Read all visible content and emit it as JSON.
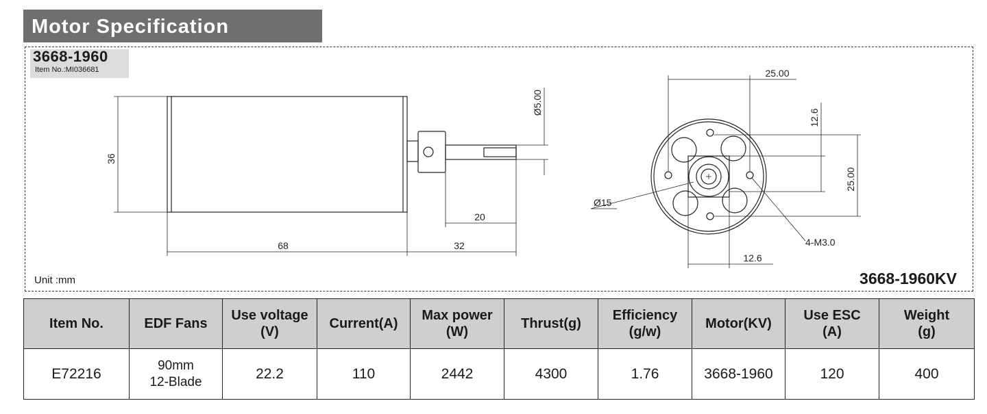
{
  "header": {
    "title": "Motor Specification"
  },
  "model": {
    "name": "3668-1960",
    "item_no": "Item No.:MI036681",
    "kv_label": "3668-1960KV"
  },
  "unit": "Unit :mm",
  "side_view": {
    "length": "68",
    "diameter": "36",
    "shaft_length": "32",
    "shaft_ext": "20",
    "shaft_dia": "Ø5.00"
  },
  "front_view": {
    "top_width": "25.00",
    "upper_offset": "12.6",
    "vertical": "25.00",
    "bottom_offset": "12.6",
    "bore": "Ø15",
    "screws": "4-M3.0"
  },
  "table": {
    "headers": [
      [
        "Item No.",
        ""
      ],
      [
        "EDF Fans",
        ""
      ],
      [
        "Use voltage",
        "(V)"
      ],
      [
        "Current(A)",
        ""
      ],
      [
        "Max power",
        "(W)"
      ],
      [
        "Thrust(g)",
        ""
      ],
      [
        "Efficiency",
        "(g/w)"
      ],
      [
        "Motor(KV)",
        ""
      ],
      [
        "Use ESC",
        "(A)"
      ],
      [
        "Weight",
        "(g)"
      ]
    ],
    "row": {
      "item_no": "E72216",
      "edf_line1": "90mm",
      "edf_line2": "12-Blade",
      "voltage": "22.2",
      "current": "110",
      "max_power": "2442",
      "thrust": "4300",
      "efficiency": "1.76",
      "motor_kv": "3668-1960",
      "esc": "120",
      "weight": "400"
    }
  }
}
